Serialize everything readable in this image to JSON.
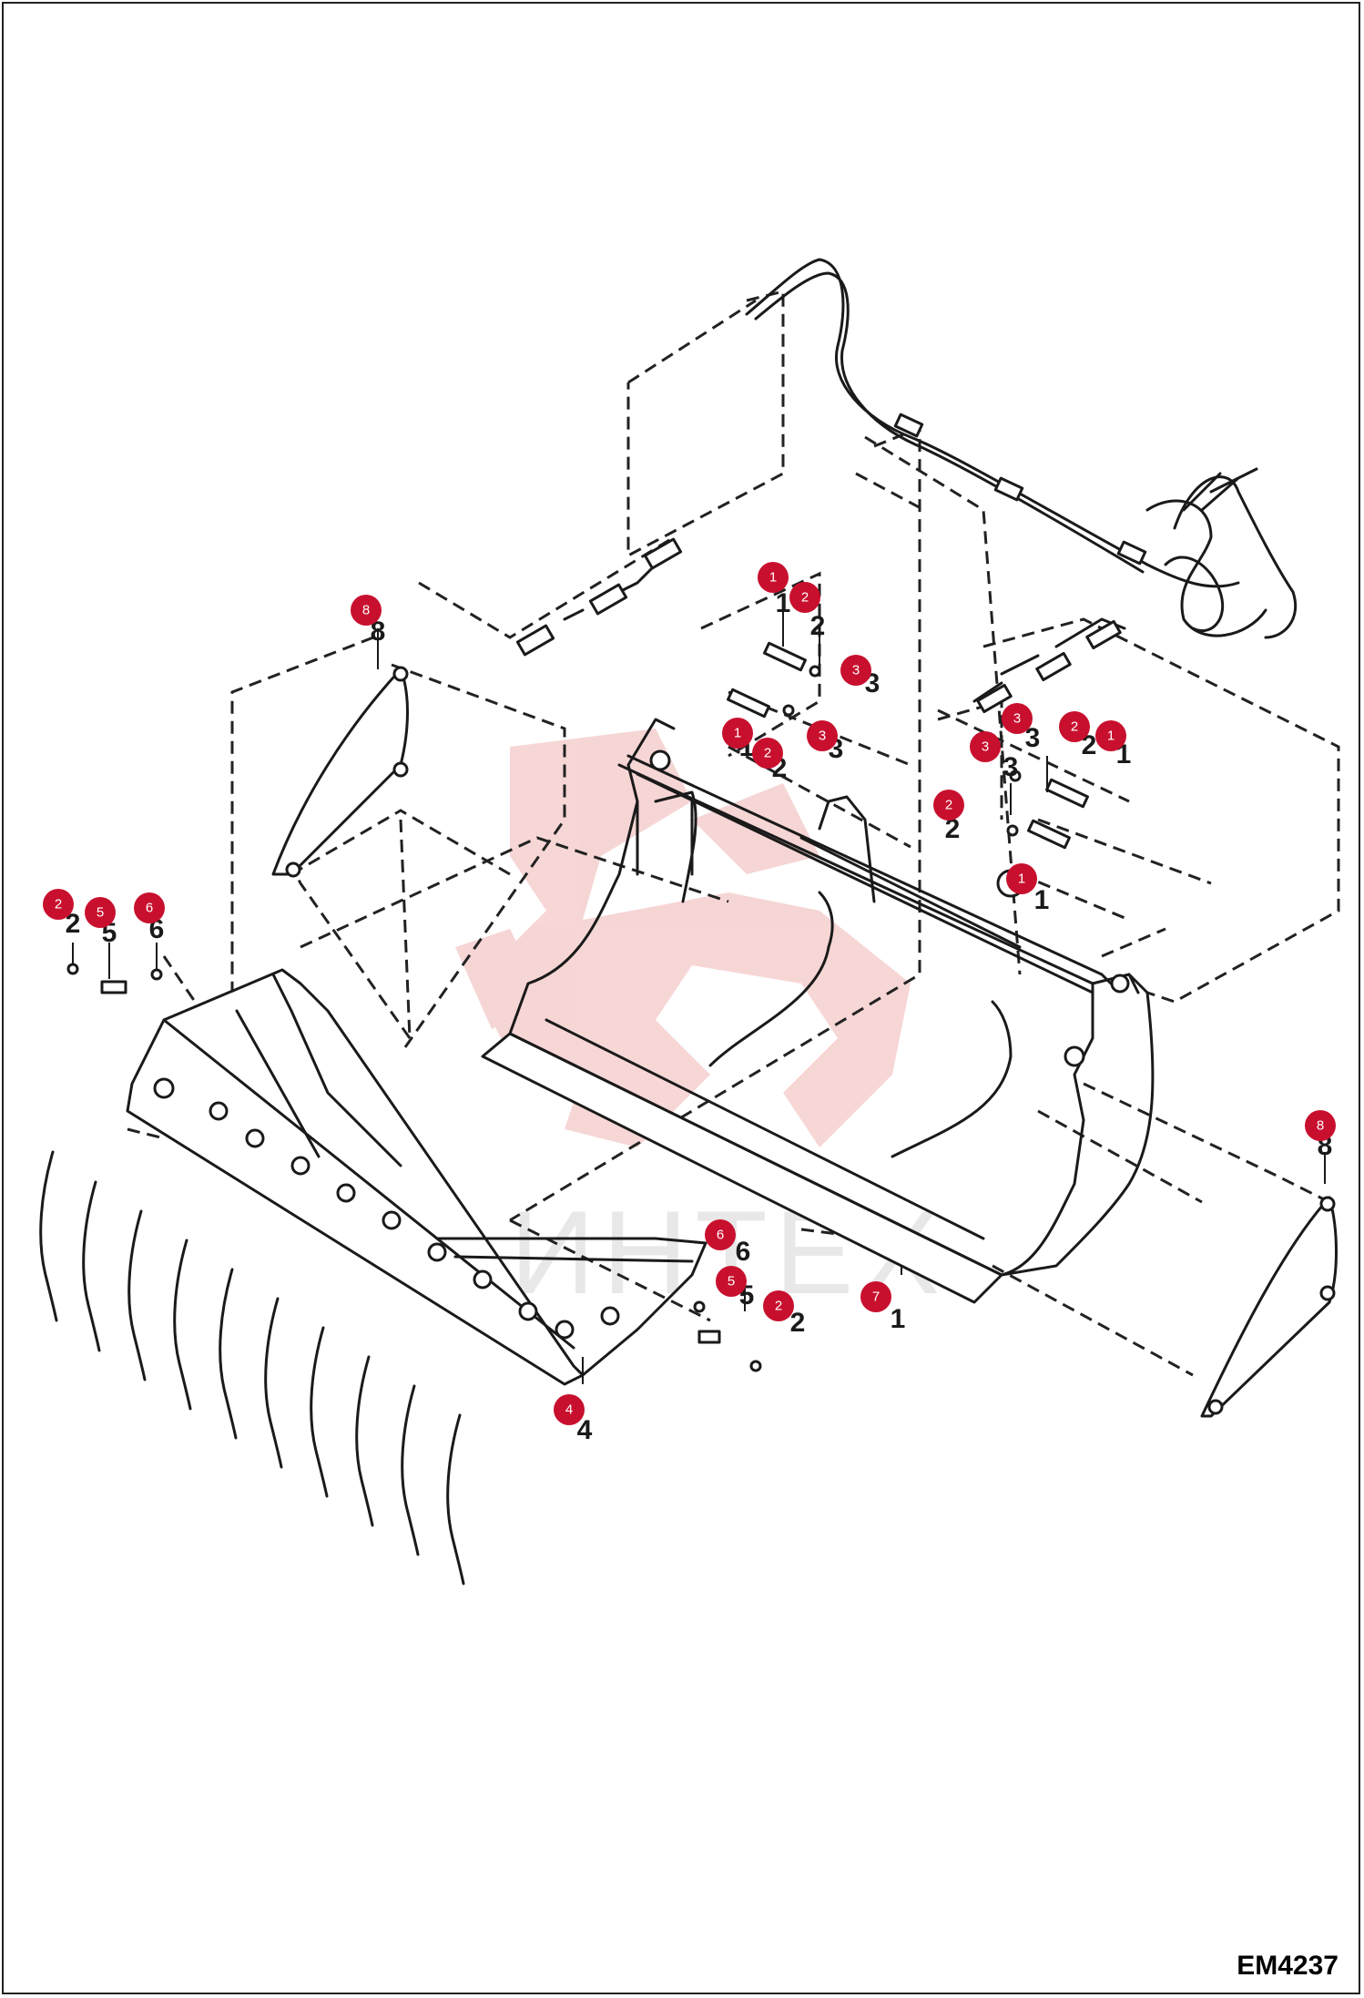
{
  "diagram_code": "EM4237",
  "watermark": {
    "text": "ИНТЕХ"
  },
  "callouts": [
    {
      "number": "1"
    },
    {
      "number": "2"
    },
    {
      "number": "3"
    },
    {
      "number": "1"
    },
    {
      "number": "2"
    },
    {
      "number": "3"
    },
    {
      "number": "3"
    },
    {
      "number": "3"
    },
    {
      "number": "2"
    },
    {
      "number": "1"
    },
    {
      "number": "2"
    },
    {
      "number": "1"
    },
    {
      "number": "8"
    },
    {
      "number": "2"
    },
    {
      "number": "5"
    },
    {
      "number": "6"
    },
    {
      "number": "6"
    },
    {
      "number": "5"
    },
    {
      "number": "2"
    },
    {
      "number": "7"
    },
    {
      "number": "4"
    },
    {
      "number": "8"
    }
  ],
  "part_numbers": [
    {
      "number": "1"
    },
    {
      "number": "2"
    },
    {
      "number": "3"
    },
    {
      "number": "1"
    },
    {
      "number": "2"
    },
    {
      "number": "3"
    },
    {
      "number": "3"
    },
    {
      "number": "3"
    },
    {
      "number": "2"
    },
    {
      "number": "1"
    },
    {
      "number": "2"
    },
    {
      "number": "1"
    },
    {
      "number": "8"
    },
    {
      "number": "2"
    },
    {
      "number": "5"
    },
    {
      "number": "6"
    },
    {
      "number": "6"
    },
    {
      "number": "5"
    },
    {
      "number": "2"
    },
    {
      "number": "1"
    },
    {
      "number": "4"
    },
    {
      "number": "8"
    }
  ],
  "colors": {
    "callout": "#c8102e",
    "line": "#1a1a1a",
    "watermark": "#f4cccc"
  }
}
